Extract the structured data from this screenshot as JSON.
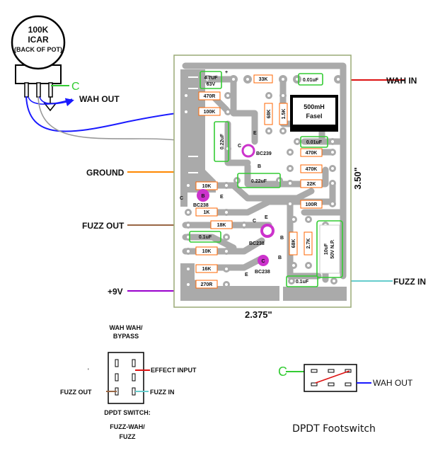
{
  "pot": {
    "value": "100K",
    "type": "ICAR",
    "note": "(BACK OF POT)",
    "lug_label": "C",
    "wah_out": "WAH OUT"
  },
  "board": {
    "width_label": "2.375\"",
    "height_label": "3.50\"",
    "components": {
      "c_4u7": "4.7UF",
      "c_4u7_v": "63V",
      "r_33k": "33K",
      "c_0u01_top": "0.01uF",
      "r_470r": "470R",
      "r_100k": "100K",
      "r_68k_a": "68K",
      "r_1k5": "1.5K",
      "inductor": "500mH",
      "inductor_type": "Fasel",
      "c_0u22_v": "0.22uF",
      "q_bc239": "BC239",
      "c_0u01_mid": "0.01uF",
      "r_470k_a": "470K",
      "r_470k_b": "470K",
      "c_0u22_h": "0.22uF",
      "r_22k": "22K",
      "r_10k_a": "10K",
      "q_bc238_a": "BC238",
      "r_1k": "1K",
      "r_100r": "100R",
      "r_18k": "18K",
      "c_0u1_left": "0.1uF",
      "q_bc238_b": "BC238",
      "r_68k_b": "68K",
      "r_2k7": "2.7K",
      "c_10u": "10uF",
      "c_10u_v": "50V N.P.",
      "r_10k_b": "10K",
      "q_bc238_c": "BC238",
      "r_16k": "16K",
      "r_270r": "270R",
      "c_0u1_bottom": "0.1uF"
    },
    "pins": {
      "c": "C",
      "b": "B",
      "e": "E",
      "plus": "+"
    }
  },
  "wires": {
    "wah_in": "WAH IN",
    "ground": "GROUND",
    "fuzz_out": "FUZZ OUT",
    "power": "+9V",
    "fuzz_in": "FUZZ IN"
  },
  "switch_dpdt": {
    "title_line1": "WAH WAH/",
    "title_line2": "BYPASS",
    "effect_input": "EFFECT INPUT",
    "fuzz_out": "FUZZ OUT",
    "fuzz_in": "FUZZ IN",
    "caption_line1": "DPDT SWITCH:",
    "caption_line2": "FUZZ-WAH/",
    "caption_line3": "FUZZ"
  },
  "footswitch": {
    "lug_label": "C",
    "wah_out": "WAH OUT",
    "caption": "DPDT Footswitch"
  },
  "colors": {
    "wah_in_wire": "#dd1111",
    "ground_wire": "#ff8800",
    "fuzz_out_wire": "#996644",
    "power_wire": "#9900cc",
    "fuzz_in_wire": "#66cccc",
    "pot_wire": "#1a1aff",
    "lug_green": "#33cc33",
    "resistor": "#ff6600",
    "capacitor": "#33cc33",
    "transistor": "#cc33cc",
    "trace": "#aaaaaa"
  }
}
